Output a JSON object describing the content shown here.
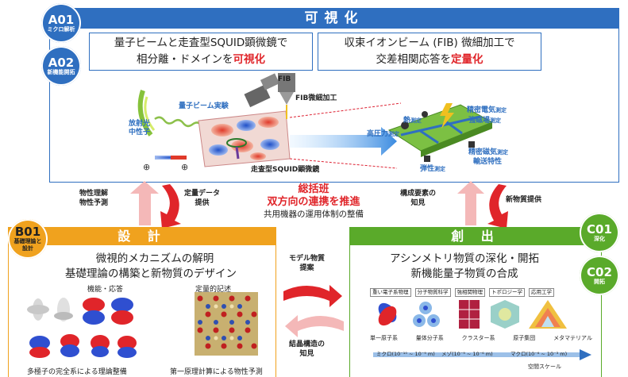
{
  "visualize": {
    "title": "可視化",
    "badge_a01": {
      "code": "A01",
      "label": "ミクロ解析"
    },
    "badge_a02": {
      "code": "A02",
      "label": "新機能開拓"
    },
    "box_left": {
      "line1": "量子ビームと走査型SQUID顕微鏡で",
      "line2_pre": "相分離・ドメインを",
      "line2_em": "可視化"
    },
    "box_right": {
      "line1": "収束イオンビーム (FIB) 微細加工で",
      "line2_pre": "交差相関応答を",
      "line2_em": "定量化"
    },
    "labels": {
      "quantum_beam": "量子ビーム実験",
      "fib": "FIB",
      "fib_process": "FIB微細加工",
      "radiation": "放射光",
      "neutron": "中性子",
      "squid": "走査型SQUID顕微鏡",
      "heat": "熱",
      "heat_m": "測定",
      "high_pressure": "高圧力",
      "hp_m": "測定",
      "precision_elec": "精密電気",
      "pe_m": "測定",
      "strong_field": "強磁場",
      "sf_m": "測定",
      "precision_mag": "精密磁気",
      "pm_m": "測定",
      "transport": "輸送特性",
      "elastic": "弾性",
      "el_m": "測定"
    }
  },
  "center": {
    "title": "総括班",
    "slogan": "双方向の連携を推進",
    "sub": "共用機器の運用体制の整備"
  },
  "arrows": {
    "left_up": "物性理解\n物性予測",
    "left_down": "定量データ\n提供",
    "right_up": "構成要素の\n知見",
    "right_down": "新物質提供",
    "model_material": "モデル物質\n提案",
    "crystal": "結晶構造の\n知見"
  },
  "design": {
    "title": "設 計",
    "badge": {
      "code": "B01",
      "label": "基礎理論と\n設計"
    },
    "line1": "微視的メカニズムの解明",
    "line2": "基礎理論の構築と新物質のデザイン",
    "sub_left": "機能・応答",
    "sub_right": "定量的記述",
    "caption_left": "多極子の完全系による理論整備",
    "caption_right": "第一原理計算による物性予測"
  },
  "create": {
    "title": "創 出",
    "badge_c01": {
      "code": "C01",
      "label": "深化"
    },
    "badge_c02": {
      "code": "C02",
      "label": "開拓"
    },
    "line1": "アシンメトリ物質の深化・開拓",
    "line2": "新機能量子物質の合成",
    "categories": [
      "重い電子系物理",
      "分子物質科学",
      "強相関物理",
      "トポロジー学",
      "応用工学"
    ],
    "items": [
      "単一原子系",
      "量体分子系",
      "クラスター系",
      "原子集団",
      "メタマテリアル"
    ],
    "scale": {
      "micro": "ミクロ(10⁻¹⁰ ~ 10⁻⁹ m)",
      "meso": "メゾ(10⁻⁹ ~ 10⁻⁶ m)",
      "macro": "マクロ(10⁻⁶ ~ 10⁻³ m)",
      "axis": "空間スケール"
    }
  },
  "colors": {
    "blue": "#2f6fc0",
    "orange": "#f0a21e",
    "green": "#5aaa2a",
    "red": "#e0252a",
    "pink": "#f4b8b8"
  }
}
